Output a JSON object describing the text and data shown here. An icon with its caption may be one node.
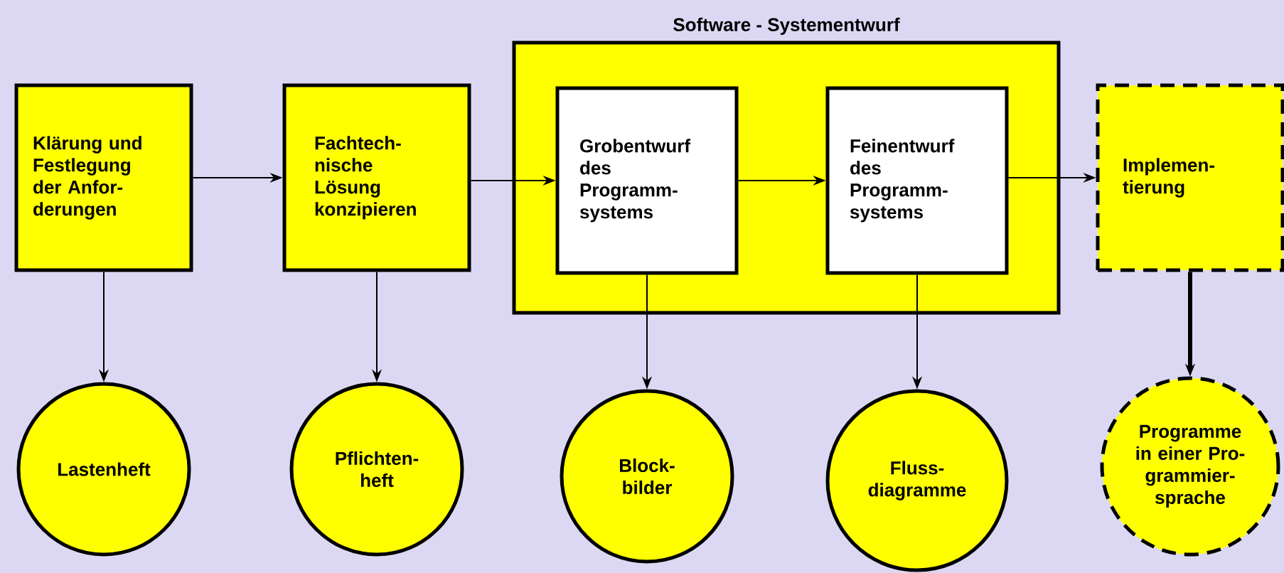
{
  "diagram": {
    "nodes": [
      {
        "text": [
          "Klärung und Festlegung der Anfor- derungen"
        ]
      },
      {
        "text": [
          "Fachtech- nische Lösung konzipieren"
        ]
      },
      {
        "text": [
          "Software - Systementwurf"
        ]
      },
      {
        "text": [
          "Grobentwurf des Programm- systems"
        ],
        "in": 2
      },
      {
        "text": [
          "Feinentwurf des Programm- systems"
        ],
        "in": 2
      },
      {
        "text": [
          "Implemen- tierung"
        ]
      },
      {
        "text": [
          "Lastenheft"
        ]
      },
      {
        "text": [
          "Pflichten- heft"
        ]
      },
      {
        "text": [
          "Block- bilder"
        ]
      },
      {
        "text": [
          "Fluss- diagramme"
        ]
      },
      {
        "text": [
          "Programme in einer Pro- grammier- sprache"
        ]
      }
    ],
    "edges": [
      {
        "from": 0,
        "to": 1,
        "arrow": "to"
      },
      {
        "from": 1,
        "to": 3,
        "arrow": "to"
      },
      {
        "from": 3,
        "to": 4,
        "arrow": "to"
      },
      {
        "from": 4,
        "to": 5,
        "arrow": "to"
      },
      {
        "from": 0,
        "to": 6,
        "arrow": "to"
      },
      {
        "from": 1,
        "to": 7,
        "arrow": "to"
      },
      {
        "from": 3,
        "to": 8,
        "arrow": "to"
      },
      {
        "from": 4,
        "to": 9,
        "arrow": "to"
      },
      {
        "from": 5,
        "to": 10,
        "arrow": "to",
        "style": "thick"
      }
    ]
  }
}
